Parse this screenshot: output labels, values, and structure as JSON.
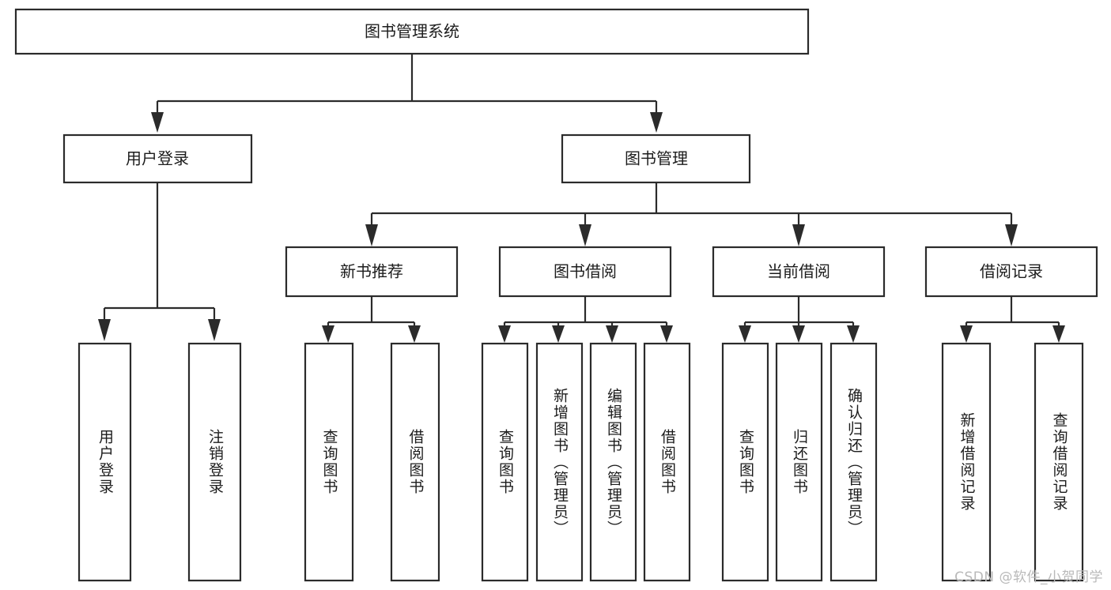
{
  "diagram": {
    "type": "tree-hierarchy",
    "title_node": {
      "id": "root",
      "label": "图书管理系统"
    },
    "level2": [
      {
        "id": "login",
        "label": "用户登录"
      },
      {
        "id": "bookmgmt",
        "label": "图书管理"
      }
    ],
    "level3": [
      {
        "id": "newbook",
        "label": "新书推荐",
        "parent": "bookmgmt"
      },
      {
        "id": "borrow",
        "label": "图书借阅",
        "parent": "bookmgmt"
      },
      {
        "id": "current",
        "label": "当前借阅",
        "parent": "bookmgmt"
      },
      {
        "id": "records",
        "label": "借阅记录",
        "parent": "bookmgmt"
      }
    ],
    "leaves": {
      "login": [
        {
          "id": "leaf-user-login",
          "label": "用户登录"
        },
        {
          "id": "leaf-user-logout",
          "label": "注销登录"
        }
      ],
      "newbook": [
        {
          "id": "leaf-query-book-1",
          "label": "查询图书"
        },
        {
          "id": "leaf-borrow-book-1",
          "label": "借阅图书"
        }
      ],
      "borrow": [
        {
          "id": "leaf-query-book-2",
          "label": "查询图书"
        },
        {
          "id": "leaf-add-book",
          "label": "新增图书（管理员）"
        },
        {
          "id": "leaf-edit-book",
          "label": "编辑图书（管理员）"
        },
        {
          "id": "leaf-borrow-book-2",
          "label": "借阅图书"
        }
      ],
      "current": [
        {
          "id": "leaf-query-book-3",
          "label": "查询图书"
        },
        {
          "id": "leaf-return-book",
          "label": "归还图书"
        },
        {
          "id": "leaf-confirm-return",
          "label": "确认归还（管理员）"
        }
      ],
      "records": [
        {
          "id": "leaf-add-record",
          "label": "新增借阅记录"
        },
        {
          "id": "leaf-query-record",
          "label": "查询借阅记录"
        }
      ]
    }
  },
  "watermark": {
    "text": "CSDN @软件_小贺同学"
  },
  "colors": {
    "stroke": "#2b2b2b",
    "fill": "#ffffff",
    "text": "#1c1c1c",
    "watermark": "#b9b9b9"
  }
}
